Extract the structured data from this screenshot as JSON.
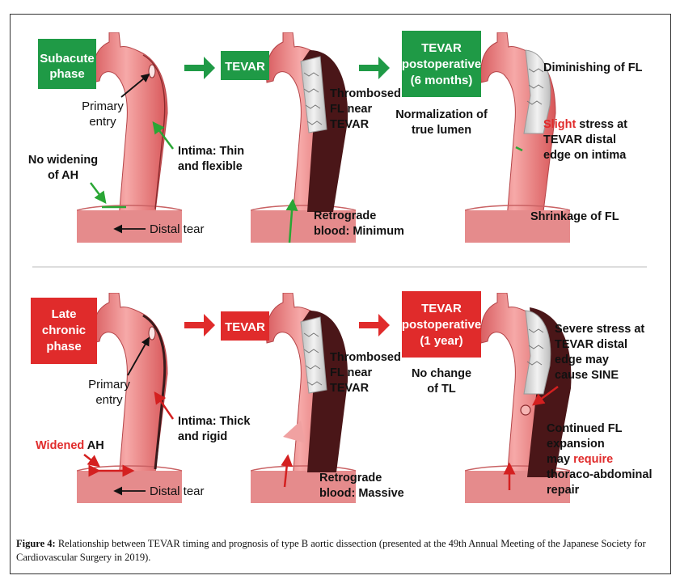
{
  "colors": {
    "green": "#1f9a46",
    "red": "#e02b2b",
    "vessel": "#ec7f80",
    "vessel_light": "#f6b6b4",
    "false_lumen": "#4a1618",
    "stent": "#d9d9d9"
  },
  "top_row": {
    "stage_box": [
      "Subacute",
      "phase"
    ],
    "tevar_box": "TEVAR",
    "post_box": [
      "TEVAR",
      "postoperative",
      "(6 months)"
    ],
    "primary_entry": [
      "Primary",
      "entry"
    ],
    "no_widening": [
      "No widening",
      "of AH"
    ],
    "intima": [
      "Intima: Thin",
      "and flexible"
    ],
    "distal_tear": "Distal tear",
    "thrombosed": [
      "Thrombosed",
      "FL near",
      "TEVAR"
    ],
    "retrograde": [
      "Retrograde",
      "blood: Minimum"
    ],
    "normalization": [
      "Normalization of",
      "true lumen"
    ],
    "diminishing": "Diminishing of FL",
    "stress_1": "Slight",
    "stress_2": " stress at",
    "stress_3": "TEVAR distal",
    "stress_4": "edge on intima",
    "shrinkage": "Shrinkage of FL"
  },
  "bottom_row": {
    "stage_box": [
      "Late",
      "chronic",
      "phase"
    ],
    "tevar_box": "TEVAR",
    "post_box": [
      "TEVAR",
      "postoperative",
      "(1 year)"
    ],
    "primary_entry": [
      "Primary",
      "entry"
    ],
    "widened_1": "Widened",
    "widened_2": " AH",
    "intima": [
      "Intima: Thick",
      "and rigid"
    ],
    "distal_tear": "Distal tear",
    "thrombosed": [
      "Thrombosed",
      "FL near",
      "TEVAR"
    ],
    "retrograde": [
      "Retrograde",
      "blood: Massive"
    ],
    "no_change": [
      "No change",
      "of TL"
    ],
    "severe": [
      "Severe stress at",
      "TEVAR distal",
      "edge may",
      "cause SINE"
    ],
    "continued_1": "Continued FL",
    "continued_2": "expansion",
    "continued_3": "may ",
    "continued_4": "require",
    "continued_5": "thoraco-abdominal",
    "continued_6": "repair"
  },
  "caption": {
    "label": "Figure 4:",
    "text": " Relationship between TEVAR timing and prognosis of type B aortic dissection (presented at the 49th Annual Meeting of the Japanese Society for Cardiovascular Surgery in 2019)."
  }
}
